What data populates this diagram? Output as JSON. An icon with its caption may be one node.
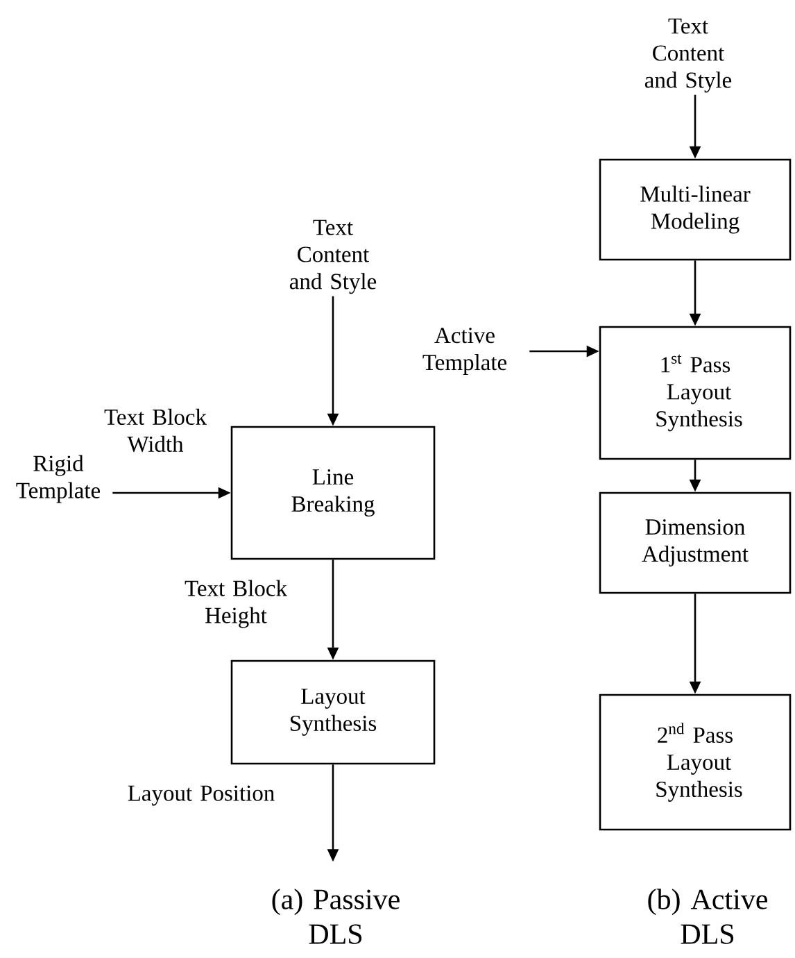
{
  "diagram": {
    "nodes": [
      {
        "text": [
          "Text Content and Style"
        ]
      },
      {
        "text": [
          "Line Breaking"
        ]
      },
      {
        "text": [
          "Rigid Template"
        ]
      },
      {
        "text": [
          "Layout Synthesis"
        ]
      },
      {
        "text": [
          "Text Content and Style"
        ]
      },
      {
        "text": [
          "Multi-linear Modeling"
        ]
      },
      {
        "text": [
          "Active Template"
        ]
      },
      {
        "text": [
          "\\text{1}^{\\text{st}}\\text{ Pass}\\allowbreak\\text{ Layout}\\allowbreak\\text{ Synthesis}"
        ]
      },
      {
        "text": [
          "Dimension Adjustment"
        ]
      },
      {
        "text": [
          "\\text{2}^{\\text{nd}}\\text{ Pass}\\allowbreak\\text{ Layout}\\allowbreak\\text{ Synthesis}"
        ]
      }
    ],
    "edges": [
      {
        "from": 0,
        "to": 1,
        "arrow": "to"
      },
      {
        "from": 2,
        "to": 1,
        "arrow": "to",
        "label": "Text Block Width"
      },
      {
        "from": 1,
        "to": 3,
        "arrow": "to",
        "label": "Text Block Height"
      },
      {
        "from": 3,
        "to": null,
        "arrow": "to",
        "label": "Layout Position"
      },
      {
        "from": 4,
        "to": 5,
        "arrow": "to"
      },
      {
        "from": 5,
        "to": 7,
        "arrow": "to"
      },
      {
        "from": 6,
        "to": 7,
        "arrow": "to"
      },
      {
        "from": 7,
        "to": 8,
        "arrow": "to"
      },
      {
        "from": 8,
        "to": 9,
        "arrow": "to"
      }
    ],
    "labels": [
      "(a) Passive DLS",
      "(b) Active DLS"
    ]
  }
}
